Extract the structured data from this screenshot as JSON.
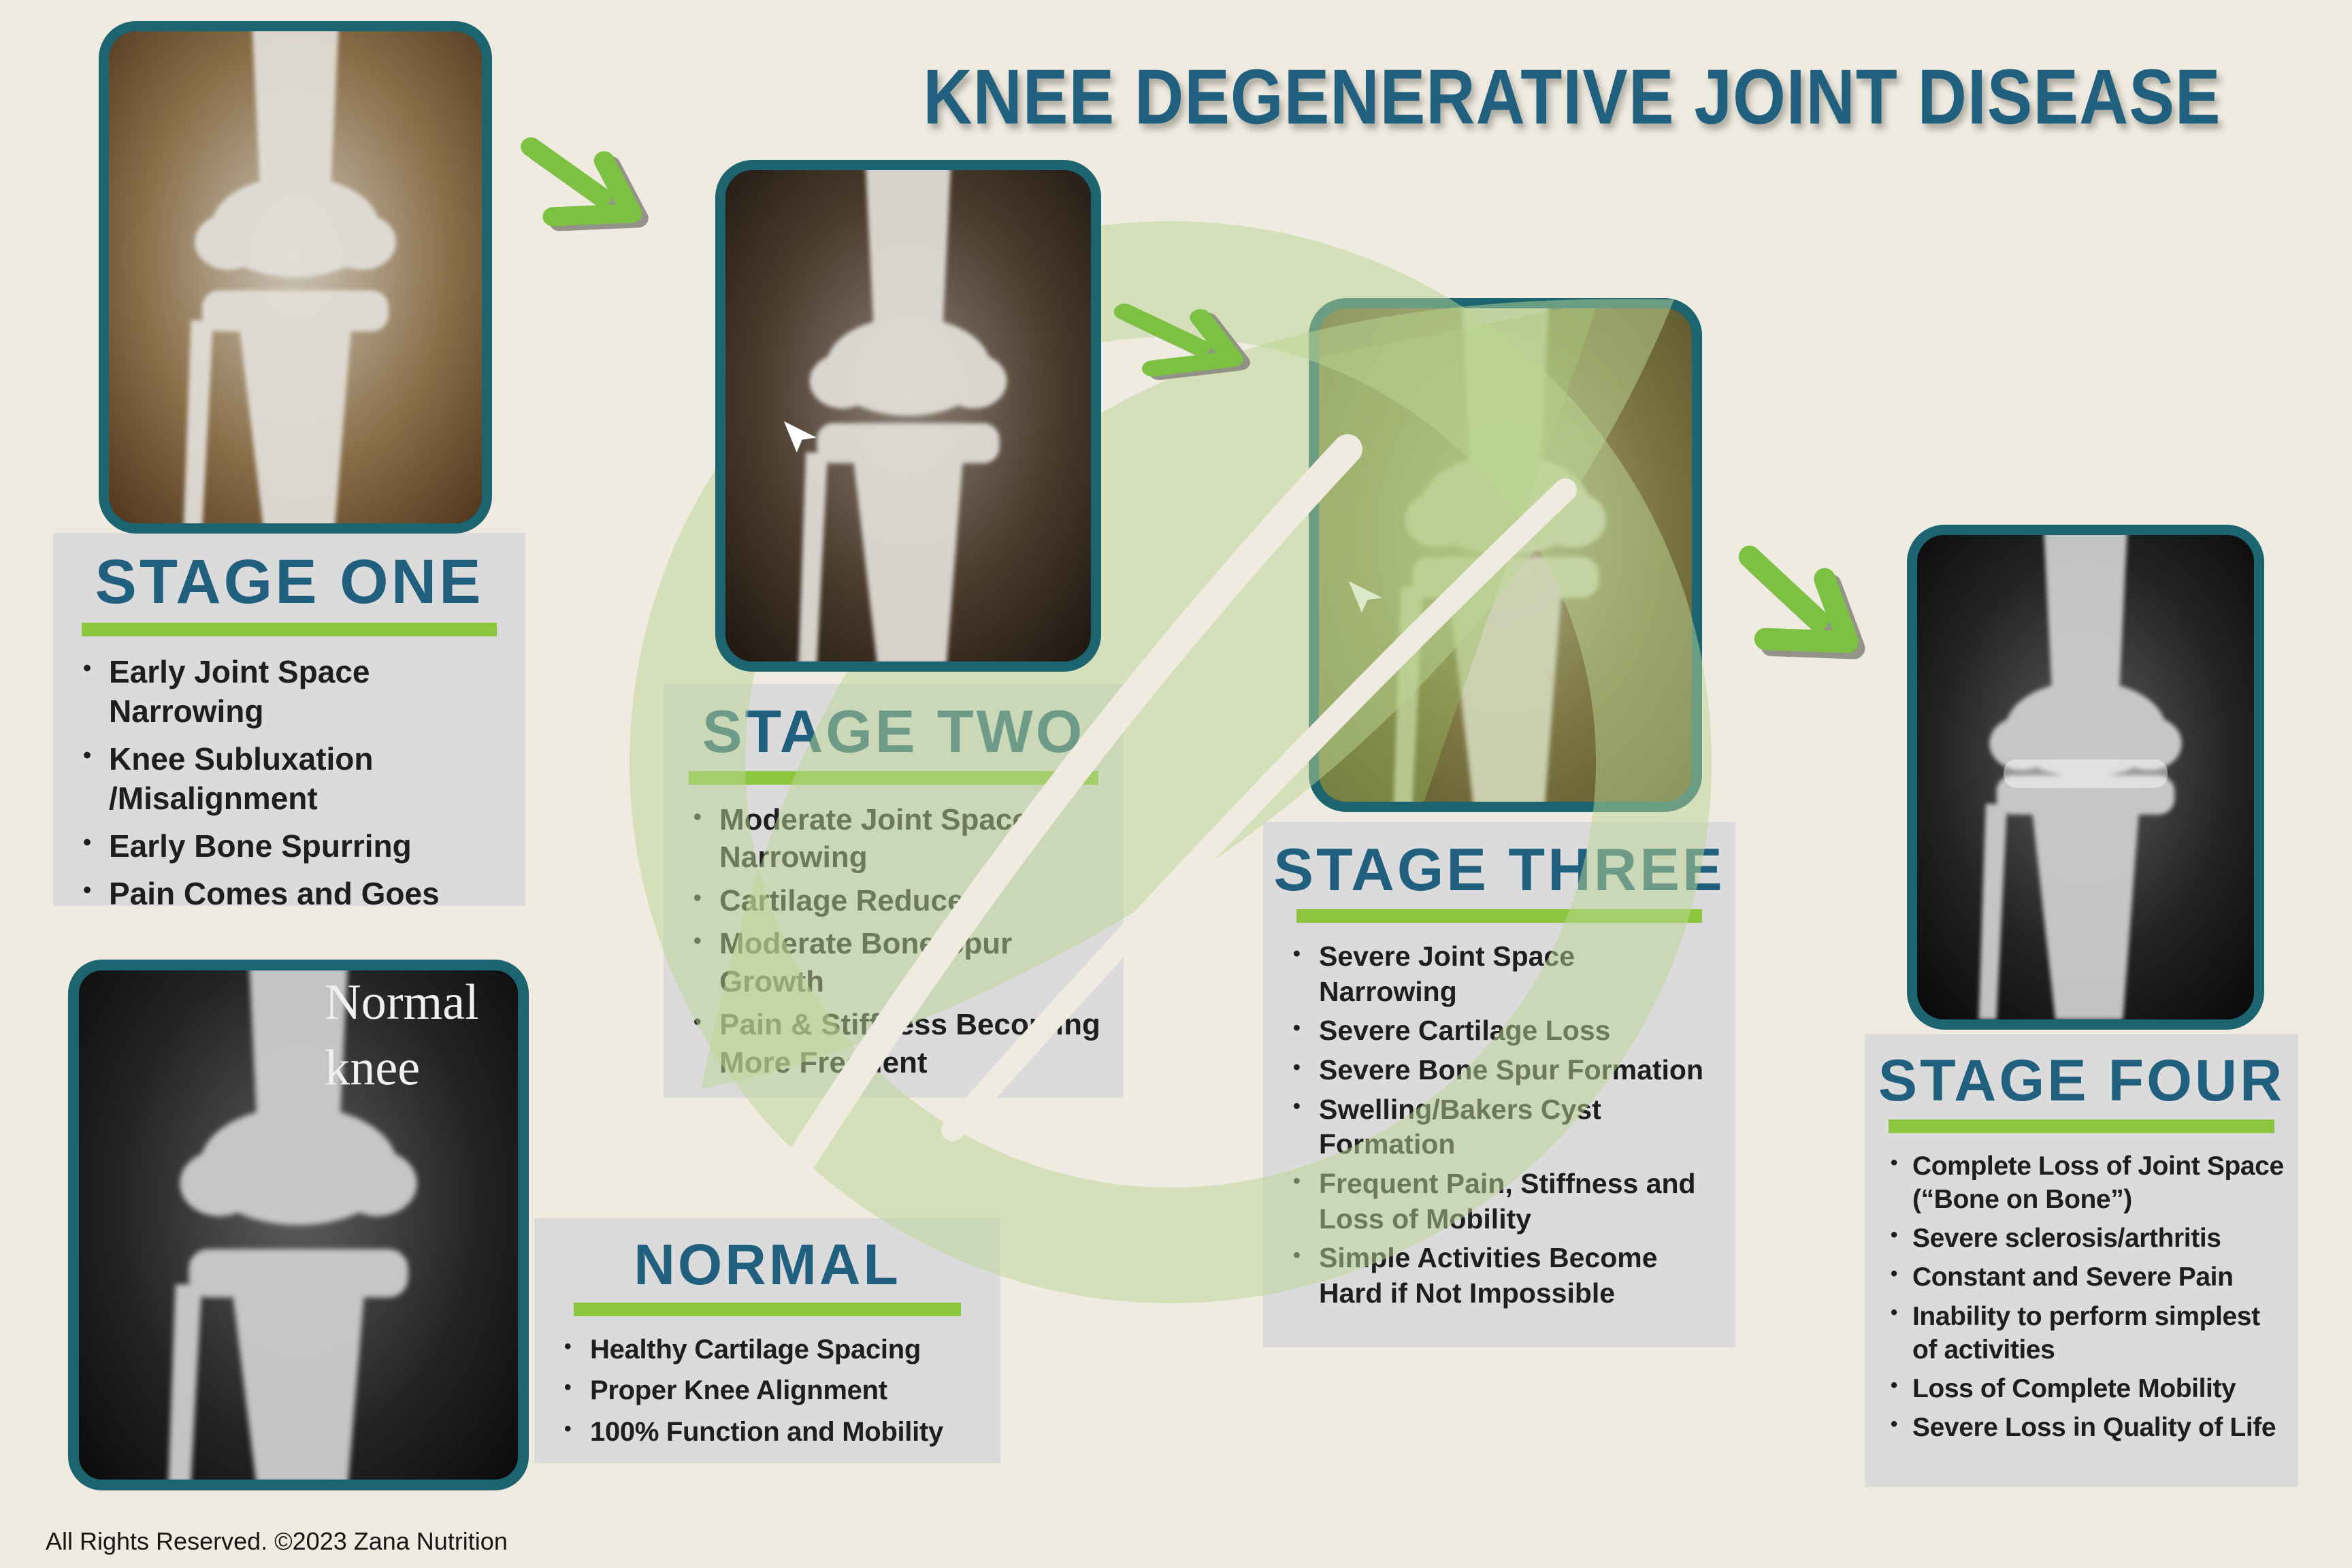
{
  "title": "KNEE DEGENERATIVE JOINT DISEASE",
  "footer": "All Rights Reserved. ©2023 Zana Nutrition",
  "normal_knee_label": "Normal knee",
  "colors": {
    "background": "#EFEBE0",
    "panel_gray": "#DBDBDB",
    "heading_teal": "#205F7D",
    "accent_green": "#8CC63E",
    "arrow_green": "#7CC142",
    "arrow_shadow": "#8A8A80",
    "frame_teal": "#1B6470",
    "watermark_green": "#BCD693",
    "body_text": "#1E1E1E"
  },
  "stages": [
    {
      "id": "normal",
      "title": "NORMAL",
      "bullets": [
        "Healthy Cartilage Spacing",
        "Proper Knee Alignment",
        "100% Function and Mobility"
      ]
    },
    {
      "id": "stage-one",
      "title": "STAGE ONE",
      "bullets": [
        "Early Joint Space Narrowing",
        "Knee Subluxation /Misalignment",
        "Early Bone Spurring",
        "Pain Comes and Goes"
      ]
    },
    {
      "id": "stage-two",
      "title": "STAGE TWO",
      "bullets": [
        "Moderate Joint Space Narrowing",
        "Cartilage Reduced",
        "Moderate Bone Spur Growth",
        "Pain & Stiffness Becoming More Frequent"
      ]
    },
    {
      "id": "stage-three",
      "title": "STAGE THREE",
      "bullets": [
        "Severe Joint Space Narrowing",
        "Severe Cartilage Loss",
        "Severe Bone Spur Formation",
        "Swelling/Bakers Cyst Formation",
        "Frequent Pain, Stiffness and Loss of Mobility",
        "Simple Activities Become Hard if Not Impossible"
      ]
    },
    {
      "id": "stage-four",
      "title": "STAGE FOUR",
      "bullets": [
        "Complete Loss of Joint Space (“Bone on Bone”)",
        "Severe sclerosis/arthritis",
        "Constant and Severe Pain",
        "Inability to perform simplest of activities",
        "Loss of Complete Mobility",
        "Severe Loss in Quality of Life"
      ]
    }
  ]
}
